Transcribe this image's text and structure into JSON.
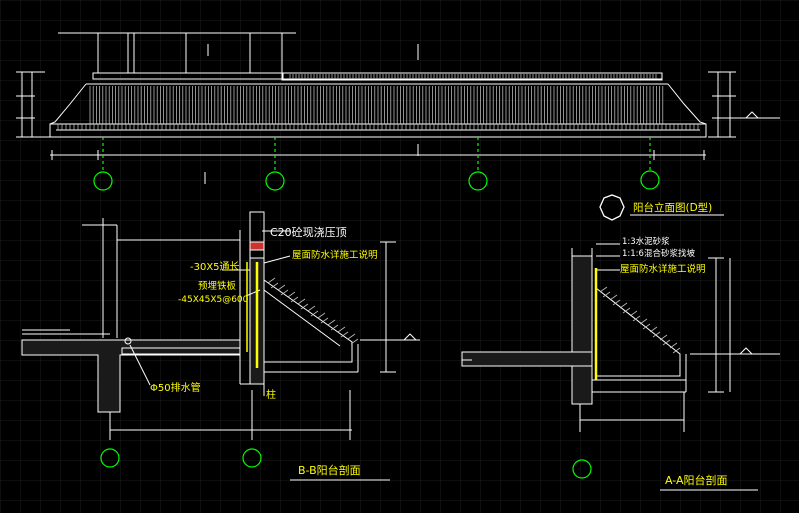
{
  "labels": {
    "elevation_title": "阳台立面图(D型)",
    "section_bb_title": "B-B阳台剖面",
    "section_aa_title": "A-A阳台剖面",
    "bb_c20": "C20砼现浇压顶",
    "bb_waterproof": "屋面防水详施工说明",
    "bb_flatsteel": "-30X5通长",
    "bb_embed1": "预埋铁板",
    "bb_embed2": "-45X45X5@600",
    "bb_drain": "Φ50排水管",
    "bb_post": "柱",
    "aa_mortar": "1:3水泥砂浆",
    "aa_slope": "1:1:6混合砂浆找坡",
    "aa_waterproof": "屋面防水详施工说明"
  },
  "colors": {
    "background": "#000000",
    "grid": "#1c1c1c",
    "line": "#ffffff",
    "highlight": "#ffff00",
    "axis": "#00ff00",
    "hatch": "#999999",
    "accent": "#ff3333"
  }
}
